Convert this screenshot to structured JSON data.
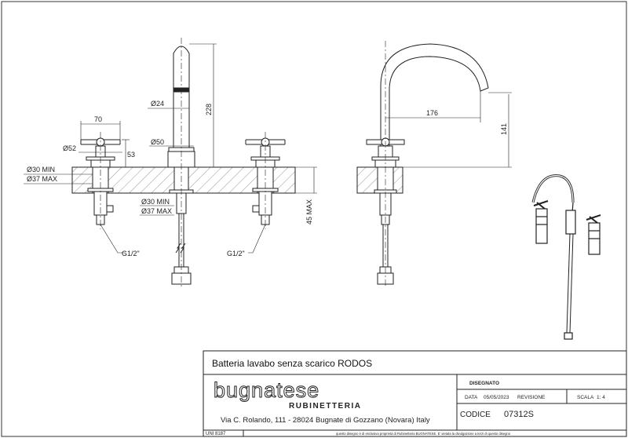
{
  "drawing": {
    "dimensions": {
      "d70": "70",
      "d52": "Ø52",
      "d53": "53",
      "d24": "Ø24",
      "d228": "228",
      "d50": "Ø50",
      "hole_min_left": "Ø30 MIN",
      "hole_max_left": "Ø37 MAX",
      "hole_min_center": "Ø30 MIN",
      "hole_max_center": "Ø37 MAX",
      "thread_left": "G1/2\"",
      "thread_right": "G1/2\"",
      "thickness": "45 MAX",
      "reach": "176",
      "height_141": "141"
    }
  },
  "title_block": {
    "product_title": "Batteria lavabo senza scarico RODOS",
    "brand_name": "bugnatese",
    "brand_sub": "RUBINETTERIA",
    "address": "Via C. Rolando, 111 - 28024 Bugnate di Gozzano (Novara) Italy",
    "cert": "UNI 8187",
    "disclaimer": "questo disegno è di esclusiva proprietà di Rubinetteria BUGNATESE. E' vietata la divulgazione a terzi di questo disegno",
    "disegnato_label": "DISEGNATO",
    "data_label": "DATA",
    "data_value": "05/05/2023",
    "revisione_label": "REVISIONE",
    "scala_label": "SCALA",
    "scala_value": "1: 4",
    "codice_label": "CODICE",
    "codice_value": "07312S"
  }
}
